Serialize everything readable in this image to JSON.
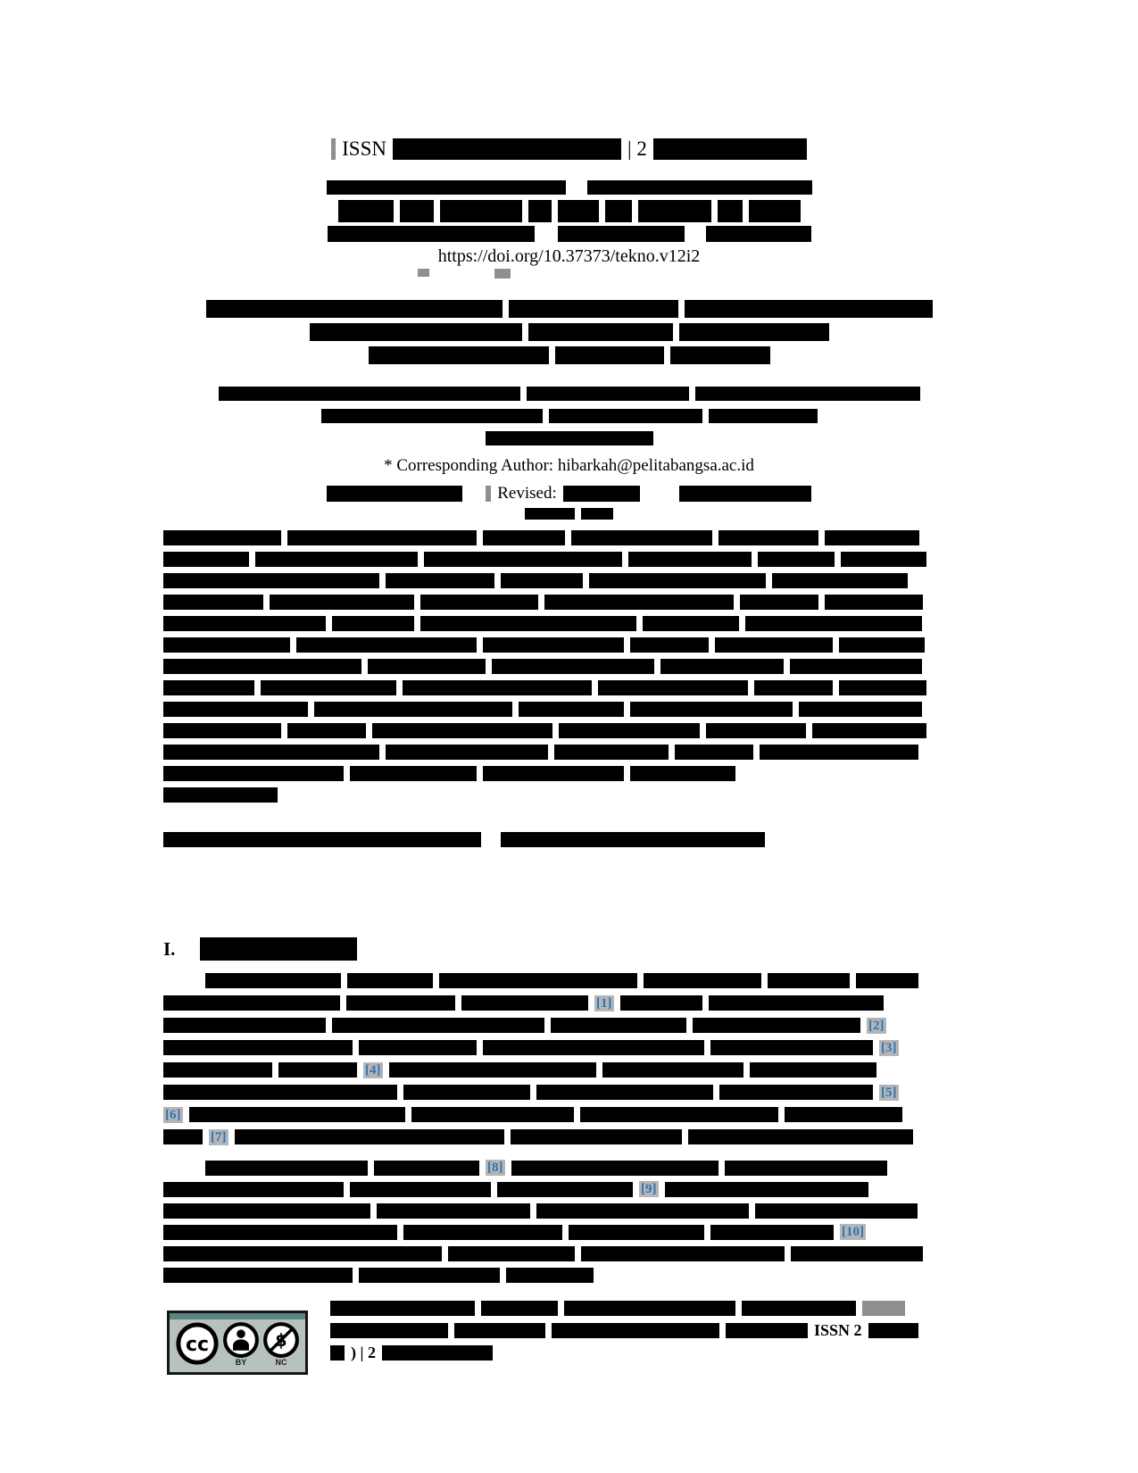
{
  "document": {
    "header": {
      "issn_line": [
        [
          "y:5",
          "x:ISSN",
          256,
          "x:| 2",
          172
        ]
      ],
      "journal_block": [
        {
          "h": 16,
          "t": [
            268,
            "g:10",
            252
          ]
        },
        {
          "h": 25,
          "t": [
            62,
            38,
            92,
            26,
            46,
            30,
            82,
            28,
            58
          ]
        },
        {
          "h": 18,
          "t": [
            232,
            "g:12",
            142,
            "g:10",
            118
          ]
        }
      ],
      "doi": "https://doi.org/10.37373/tekno.v12i2"
    },
    "title_block": [
      [
        332,
        190,
        278
      ],
      [
        238,
        162,
        168
      ],
      [
        202,
        122,
        112
      ]
    ],
    "affiliation_block": [
      [
        338,
        182,
        252
      ],
      [
        248,
        172,
        122
      ],
      [
        188
      ]
    ],
    "byline": {
      "corresponding": "* Corresponding Author: hibarkah@pelitabangsa.ac.id",
      "dates_line": [
        [
          152,
          "g:12",
          "y:6",
          "x:Revised:",
          86,
          "g:30",
          148
        ]
      ],
      "abstract_label": [
        [
          56,
          36
        ]
      ]
    },
    "abstract_block": [
      [
        132,
        212,
        92,
        158,
        112,
        106
      ],
      [
        96,
        182,
        222,
        138,
        86,
        96
      ],
      [
        242,
        122,
        92,
        198,
        152
      ],
      [
        112,
        162,
        132,
        212,
        88,
        110
      ],
      [
        182,
        92,
        242,
        108,
        198
      ],
      [
        142,
        202,
        158,
        88,
        132,
        96
      ],
      [
        222,
        132,
        182,
        138,
        148
      ],
      [
        102,
        152,
        212,
        168,
        88,
        98
      ],
      [
        162,
        222,
        118,
        182,
        138
      ],
      [
        132,
        88,
        202,
        158,
        112,
        128
      ],
      [
        242,
        182,
        128,
        88,
        178
      ],
      [
        202,
        142,
        158,
        118
      ],
      [
        128
      ]
    ],
    "keywords_block": [
      [
        356,
        "g:8",
        296
      ]
    ],
    "intro": {
      "heading_line": [
        [
          "x:I.",
          "g:14",
          176
        ]
      ],
      "paragraph1": [
        [
          "g:40",
          152,
          96,
          222,
          132,
          92,
          70
        ],
        [
          198,
          122,
          142,
          "c:1",
          92,
          196
        ],
        [
          182,
          238,
          152,
          188,
          "c:2"
        ],
        [
          212,
          132,
          248,
          182,
          "c:3"
        ],
        [
          122,
          88,
          "c:4",
          232,
          158,
          142
        ],
        [
          262,
          142,
          198,
          172,
          "c:5"
        ],
        [
          "c:6",
          242,
          182,
          222,
          132
        ],
        [
          44,
          "c:7",
          302,
          192,
          252
        ]
      ],
      "paragraph2": [
        [
          "g:40",
          182,
          118,
          "c:8",
          232,
          182
        ],
        [
          202,
          158,
          152,
          "c:9",
          228
        ],
        [
          232,
          172,
          238,
          182
        ],
        [
          262,
          178,
          152,
          138,
          "c:10"
        ],
        [
          312,
          142,
          228,
          148
        ],
        [
          212,
          158,
          98
        ]
      ]
    },
    "footer": {
      "text_block": [
        [
          162,
          86,
          192,
          128,
          "y:48"
        ],
        [
          132,
          102,
          188,
          92,
          "x:ISSN 2",
          56
        ],
        [
          16,
          "x:) | 2",
          124
        ]
      ]
    },
    "license": {
      "cc": "cc",
      "by": "BY",
      "nc": "NC"
    },
    "colors": {
      "citation_blue": "#2e74b5",
      "redaction_black": "#000000",
      "highlight_gray": "#8f8f8f",
      "badge_teal": "#5c8582",
      "badge_gray": "#b7c2c0"
    }
  }
}
